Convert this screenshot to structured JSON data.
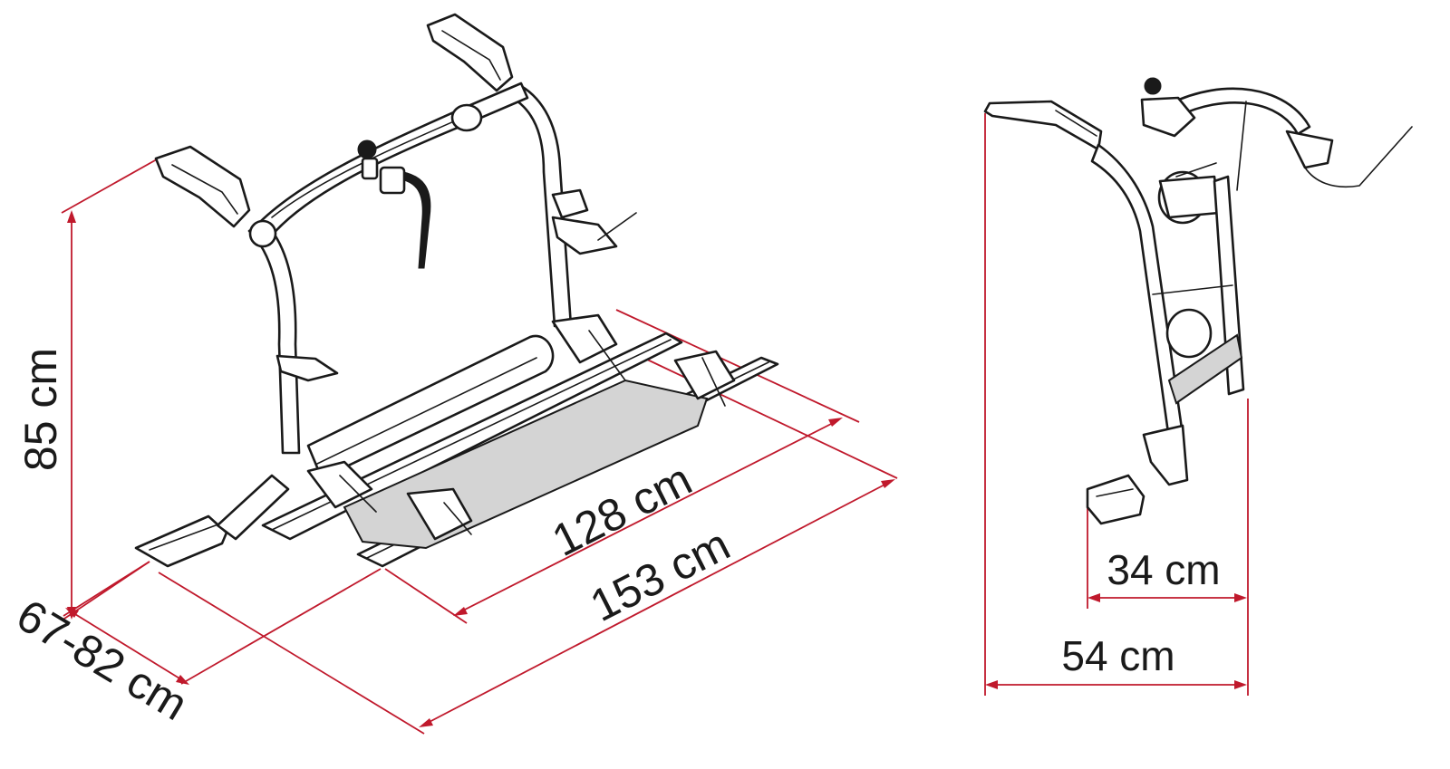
{
  "dimensions": {
    "height": "85 cm",
    "depth": "67-82 cm",
    "inner_width": "128 cm",
    "total_width": "153 cm",
    "side_inner": "34 cm",
    "side_outer": "54 cm"
  },
  "colors": {
    "dimension_line": "#c0192c",
    "outline": "#1a1a1a",
    "background": "#ffffff"
  }
}
